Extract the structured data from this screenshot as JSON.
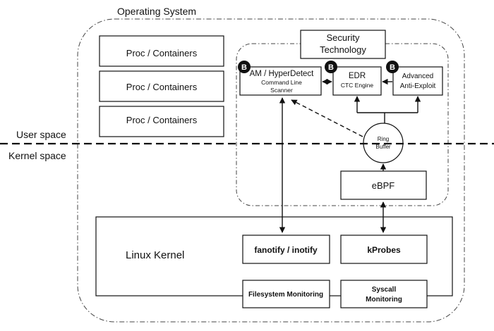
{
  "labels": {
    "os": "Operating System",
    "security_line1": "Security",
    "security_line2": "Technology",
    "proc": [
      "Proc / Containers",
      "Proc / Containers",
      "Proc / Containers"
    ],
    "am_line1": "AM / HyperDetect",
    "am_line2": "Command Line",
    "am_line3": "Scanner",
    "edr_line1": "EDR",
    "edr_line2": "CTC Engine",
    "adv_line1": "Advanced",
    "adv_line2": "Anti-Exploit",
    "badge": "B",
    "ring_line1": "Ring",
    "ring_line2": "Buffer",
    "ebpf": "eBPF",
    "user_space": "User space",
    "kernel_space": "Kernel space",
    "linux_kernel": "Linux Kernel",
    "fanotify": "fanotify / inotify",
    "kprobes": "kProbes",
    "fs_monitoring": "Filesystem Monitoring",
    "syscall_line1": "Syscall",
    "syscall_line2": "Monitoring"
  }
}
